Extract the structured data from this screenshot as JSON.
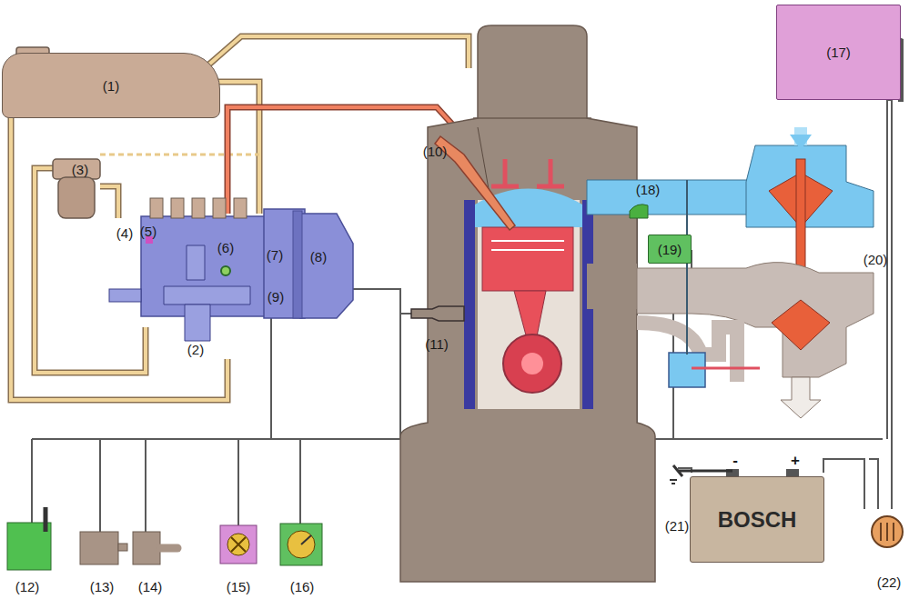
{
  "diagram": {
    "nodes": [
      {
        "text": [
          "(1)"
        ]
      },
      {
        "text": [
          "(17)"
        ]
      },
      {
        "text": [
          "(19)"
        ]
      },
      {
        "text": [
          "BOSCH"
        ]
      }
    ],
    "labels": [
      "(2)",
      "(3)",
      "(4)",
      "(5)",
      "(6)",
      "(7)",
      "(8)",
      "(9)",
      "(10)",
      "(11)",
      "(12)",
      "(13)",
      "(14)",
      "(15)",
      "(16)",
      "(18)",
      "(20)",
      "(21)",
      "(22)",
      "-",
      "+"
    ]
  }
}
